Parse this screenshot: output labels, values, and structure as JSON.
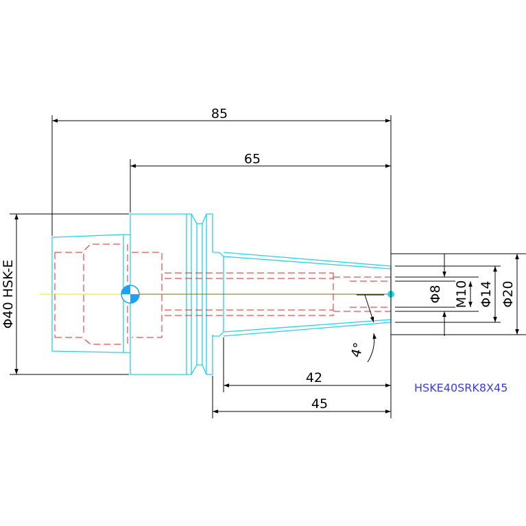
{
  "part_label": "HSKE40SRK8X45",
  "dimensions": {
    "overall_length": "85",
    "body_length": "65",
    "shank_length": "42",
    "gauge_length": "45",
    "flange_diameter": "Φ40 HSK-E",
    "bore_diameter": "Φ8",
    "thread": "M10",
    "nose_diameter": "Φ14",
    "shank_diameter": "Φ20",
    "taper_angle": "4°"
  },
  "colors": {
    "outline": "#22d3e6",
    "hidden": "#e02020",
    "center": "#e8e800",
    "dimension": "#000000",
    "label": "#3a3ae0",
    "marker_blue": "#1fa0f0"
  }
}
